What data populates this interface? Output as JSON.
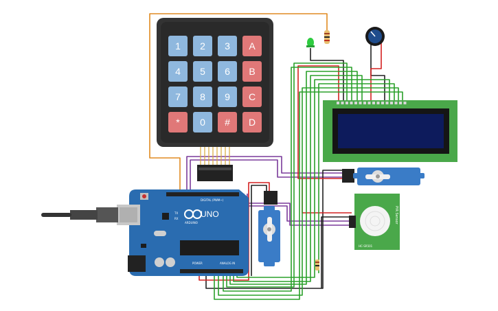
{
  "keypad": {
    "keys": [
      [
        "1",
        "2",
        "3",
        "A"
      ],
      [
        "4",
        "5",
        "6",
        "B"
      ],
      [
        "7",
        "8",
        "9",
        "C"
      ],
      [
        "*",
        "0",
        "#",
        "D"
      ]
    ]
  },
  "arduino": {
    "logo_text": "UNO",
    "brand_text": "ARDUINO",
    "digital_label": "DIGITAL (PWM~)",
    "power_label": "POWER",
    "analog_label": "ANALOG IN",
    "tx_label": "TX",
    "rx_label": "RX"
  },
  "pir": {
    "label_vertical": "PIR Sensor",
    "label_bottom": "HC-SR501"
  },
  "colors": {
    "board": "#2a6cb0",
    "keypad_body": "#333333",
    "key_blue": "#8fb8de",
    "key_red": "#e07878",
    "lcd_pcb": "#4aa84a",
    "lcd_screen": "#0d1b5c",
    "servo": "#3a7cc7",
    "wire_green": "#2aa02a",
    "wire_red": "#d42020",
    "wire_black": "#202020",
    "wire_orange": "#e08a20",
    "wire_purple": "#7a3a9a"
  }
}
